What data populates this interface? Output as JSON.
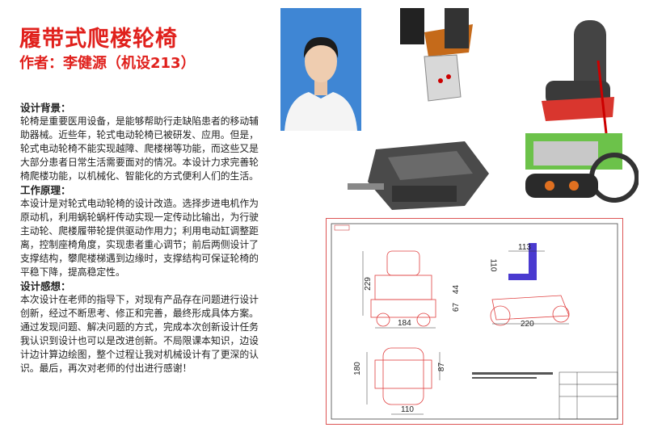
{
  "title": "履带式爬楼轮椅",
  "author": "作者：李健源（机设213）",
  "sections": [
    {
      "heading": "设计背景：",
      "lines": [
        "轮椅是重要医用设备，是能够帮助行走缺陷患者的移动辅",
        "助器械。近些年，轮式电动轮椅已被研发、应用。但是，",
        "轮式电动轮椅不能实现越障、爬楼梯等功能，而这些又是",
        "大部分患者日常生活需要面对的情况。本设计力求完善轮",
        "椅爬楼功能，以机械化、智能化的方式便利人们的生活。"
      ]
    },
    {
      "heading": "工作原理：",
      "lines": [
        "本设计是对轮式电动轮椅的设计改造。选择步进电机作为",
        "原动机，利用蜗轮蜗杆传动实现一定传动比输出，为行驶",
        "主动轮、爬楼履带轮提供驱动作用力；利用电动缸调整距",
        "离，控制座椅角度，实现患者重心调节；前后两侧设计了",
        "支撑结构，攀爬楼梯遇到边缘时，支撑结构可保证轮椅的",
        "平稳下降，提高稳定性。"
      ]
    },
    {
      "heading": "设计感想：",
      "lines": [
        "本次设计在老师的指导下，对现有产品存在问题进行设计",
        "创新，经过不断思考、修正和完善，最终形成具体方案。",
        "通过发现问题、解决问题的方式，完成本次创新设计任务",
        "我认识到设计也可以是改进创新。不局限课本知识，边设",
        "计边计算边绘图，整个过程让我对机械设计有了更深的认",
        "识。最后，再次对老师的付出进行感谢！"
      ]
    }
  ],
  "drawing_dims": {
    "front_height": "229",
    "front_width": "184",
    "front_a": "44",
    "front_b": "67",
    "side_top": "113",
    "side_seat": "110",
    "side_width": "220",
    "top_height": "180",
    "top_b": "87",
    "top_width": "110"
  },
  "colors": {
    "accent": "#e0201c",
    "portrait_bg": "#3f86d4"
  }
}
